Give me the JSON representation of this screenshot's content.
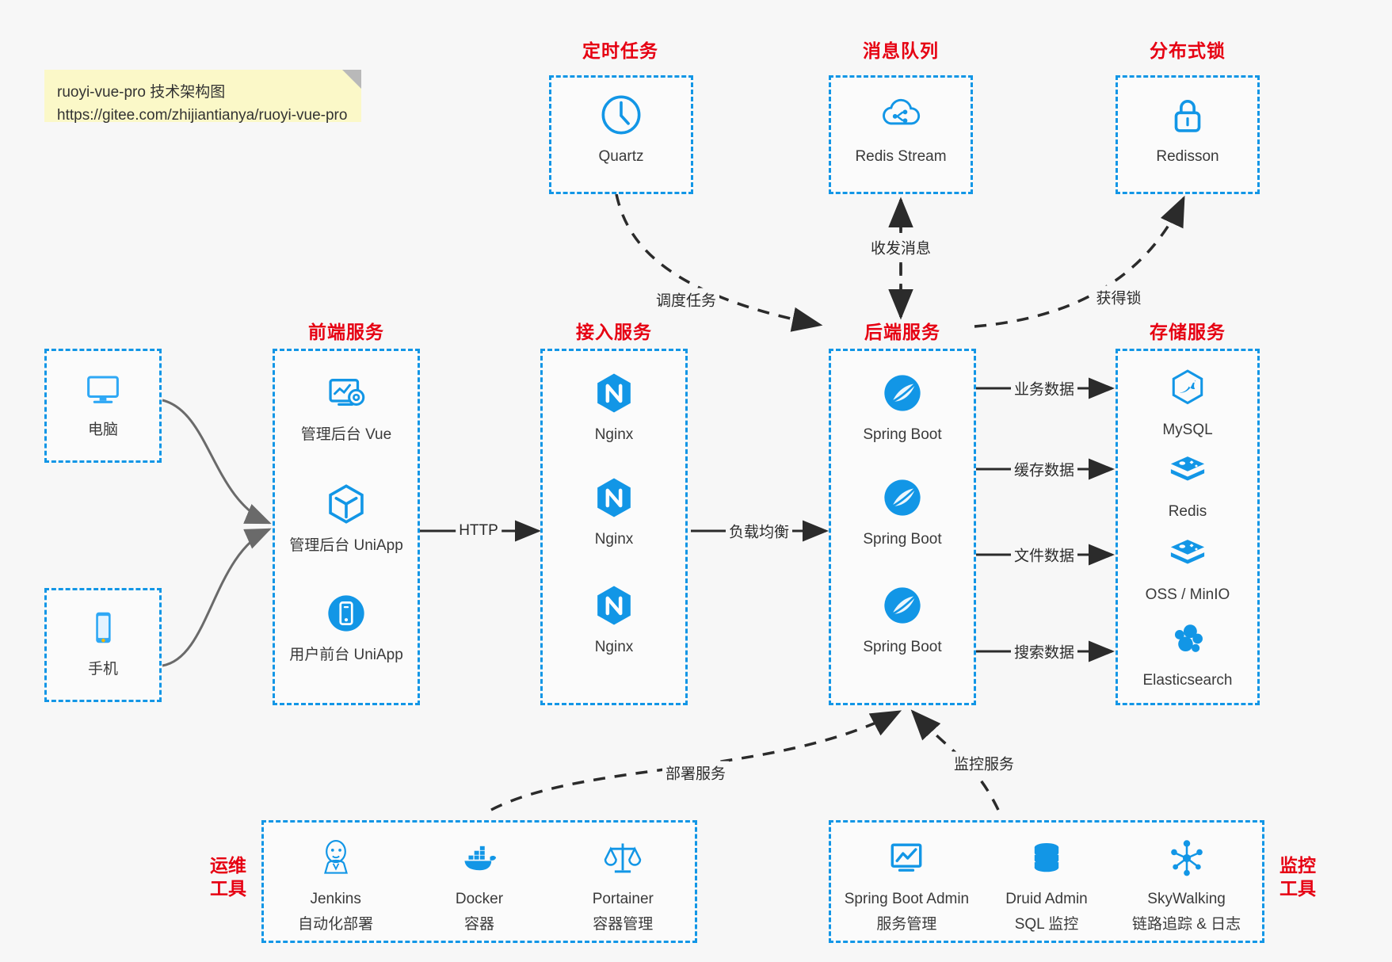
{
  "note": {
    "line1": "ruoyi-vue-pro 技术架构图",
    "line2": "https://gitee.com/zhijiantianya/ruoyi-vue-pro"
  },
  "theme": {
    "accent": "#1296e6",
    "title_red": "#e60012",
    "background": "#f7f7f7",
    "note_bg": "#fbf8c8",
    "arrow": "#2b2b2b"
  },
  "groups": {
    "scheduled_task": {
      "title": "定时任务",
      "items": [
        {
          "icon": "clock-icon",
          "label": "Quartz"
        }
      ]
    },
    "message_queue": {
      "title": "消息队列",
      "items": [
        {
          "icon": "cloud-stream-icon",
          "label": "Redis Stream"
        }
      ]
    },
    "distributed_lock": {
      "title": "分布式锁",
      "items": [
        {
          "icon": "lock-icon",
          "label": "Redisson"
        }
      ]
    },
    "clients": {
      "items": [
        {
          "icon": "desktop-icon",
          "label": "电脑"
        },
        {
          "icon": "mobile-icon",
          "label": "手机"
        }
      ]
    },
    "frontend": {
      "title": "前端服务",
      "items": [
        {
          "icon": "dashboard-gear-icon",
          "label": "管理后台 Vue"
        },
        {
          "icon": "cube-icon",
          "label": "管理后台 UniApp"
        },
        {
          "icon": "phone-circle-icon",
          "label": "用户前台 UniApp"
        }
      ]
    },
    "gateway": {
      "title": "接入服务",
      "items": [
        {
          "icon": "nginx-icon",
          "label": "Nginx"
        },
        {
          "icon": "nginx-icon",
          "label": "Nginx"
        },
        {
          "icon": "nginx-icon",
          "label": "Nginx"
        }
      ]
    },
    "backend": {
      "title": "后端服务",
      "items": [
        {
          "icon": "spring-boot-icon",
          "label": "Spring Boot"
        },
        {
          "icon": "spring-boot-icon",
          "label": "Spring Boot"
        },
        {
          "icon": "spring-boot-icon",
          "label": "Spring Boot"
        }
      ]
    },
    "storage": {
      "title": "存储服务",
      "items": [
        {
          "icon": "mysql-icon",
          "label": "MySQL"
        },
        {
          "icon": "redis-icon",
          "label": "Redis"
        },
        {
          "icon": "oss-icon",
          "label": "OSS / MinIO"
        },
        {
          "icon": "elasticsearch-icon",
          "label": "Elasticsearch"
        }
      ]
    },
    "ops_tools": {
      "title": "运维\n工具",
      "title_line1": "运维",
      "title_line2": "工具",
      "items": [
        {
          "icon": "jenkins-icon",
          "label": "Jenkins",
          "sub": "自动化部署"
        },
        {
          "icon": "docker-icon",
          "label": "Docker",
          "sub": "容器"
        },
        {
          "icon": "portainer-icon",
          "label": "Portainer",
          "sub": "容器管理"
        }
      ]
    },
    "monitor_tools": {
      "title_line1": "监控",
      "title_line2": "工具",
      "items": [
        {
          "icon": "monitor-chart-icon",
          "label": "Spring Boot Admin",
          "sub": "服务管理"
        },
        {
          "icon": "database-icon",
          "label": "Druid Admin",
          "sub": "SQL 监控"
        },
        {
          "icon": "skywalking-icon",
          "label": "SkyWalking",
          "sub": "链路追踪 & 日志"
        }
      ]
    }
  },
  "edges": [
    {
      "id": "http",
      "label": "HTTP"
    },
    {
      "id": "lb",
      "label": "负载均衡"
    },
    {
      "id": "schedule",
      "label": "调度任务"
    },
    {
      "id": "mq",
      "label": "收发消息"
    },
    {
      "id": "lock",
      "label": "获得锁"
    },
    {
      "id": "biz-data",
      "label": "业务数据"
    },
    {
      "id": "cache-data",
      "label": "缓存数据"
    },
    {
      "id": "file-data",
      "label": "文件数据"
    },
    {
      "id": "search-data",
      "label": "搜索数据"
    },
    {
      "id": "deploy",
      "label": "部署服务"
    },
    {
      "id": "monitor",
      "label": "监控服务"
    }
  ]
}
